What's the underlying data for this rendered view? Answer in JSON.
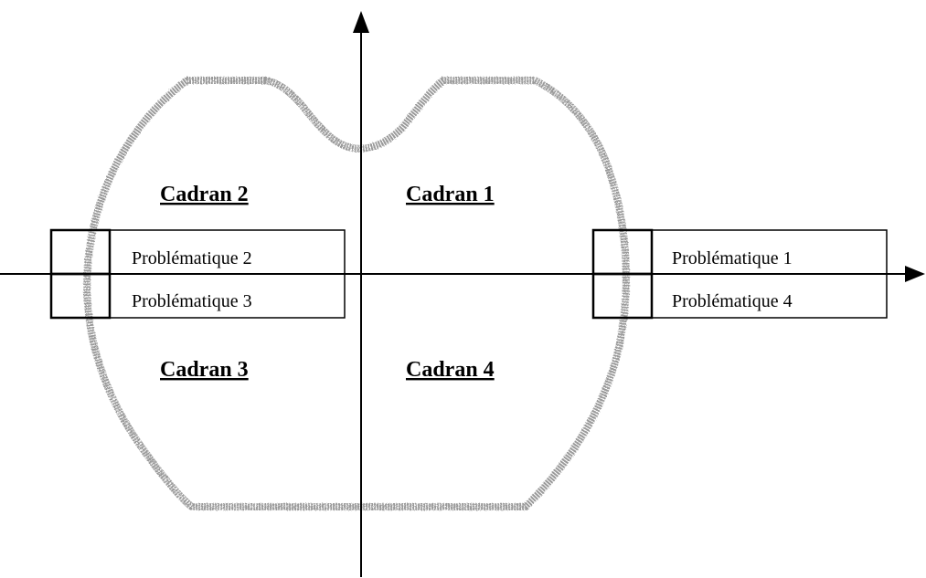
{
  "quadrants": [
    {
      "id": "q1",
      "label": "Cadran 1"
    },
    {
      "id": "q2",
      "label": "Cadran 2"
    },
    {
      "id": "q3",
      "label": "Cadran 3"
    },
    {
      "id": "q4",
      "label": "Cadran 4"
    }
  ],
  "problems": [
    {
      "id": "p1",
      "label": "Problématique 1"
    },
    {
      "id": "p2",
      "label": "Problématique 2"
    },
    {
      "id": "p3",
      "label": "Problématique 3"
    },
    {
      "id": "p4",
      "label": "Problématique 4"
    }
  ],
  "colors": {
    "axis": "#000000",
    "outline": "#9a9a9a",
    "box_border": "#000000",
    "background": "#ffffff"
  }
}
